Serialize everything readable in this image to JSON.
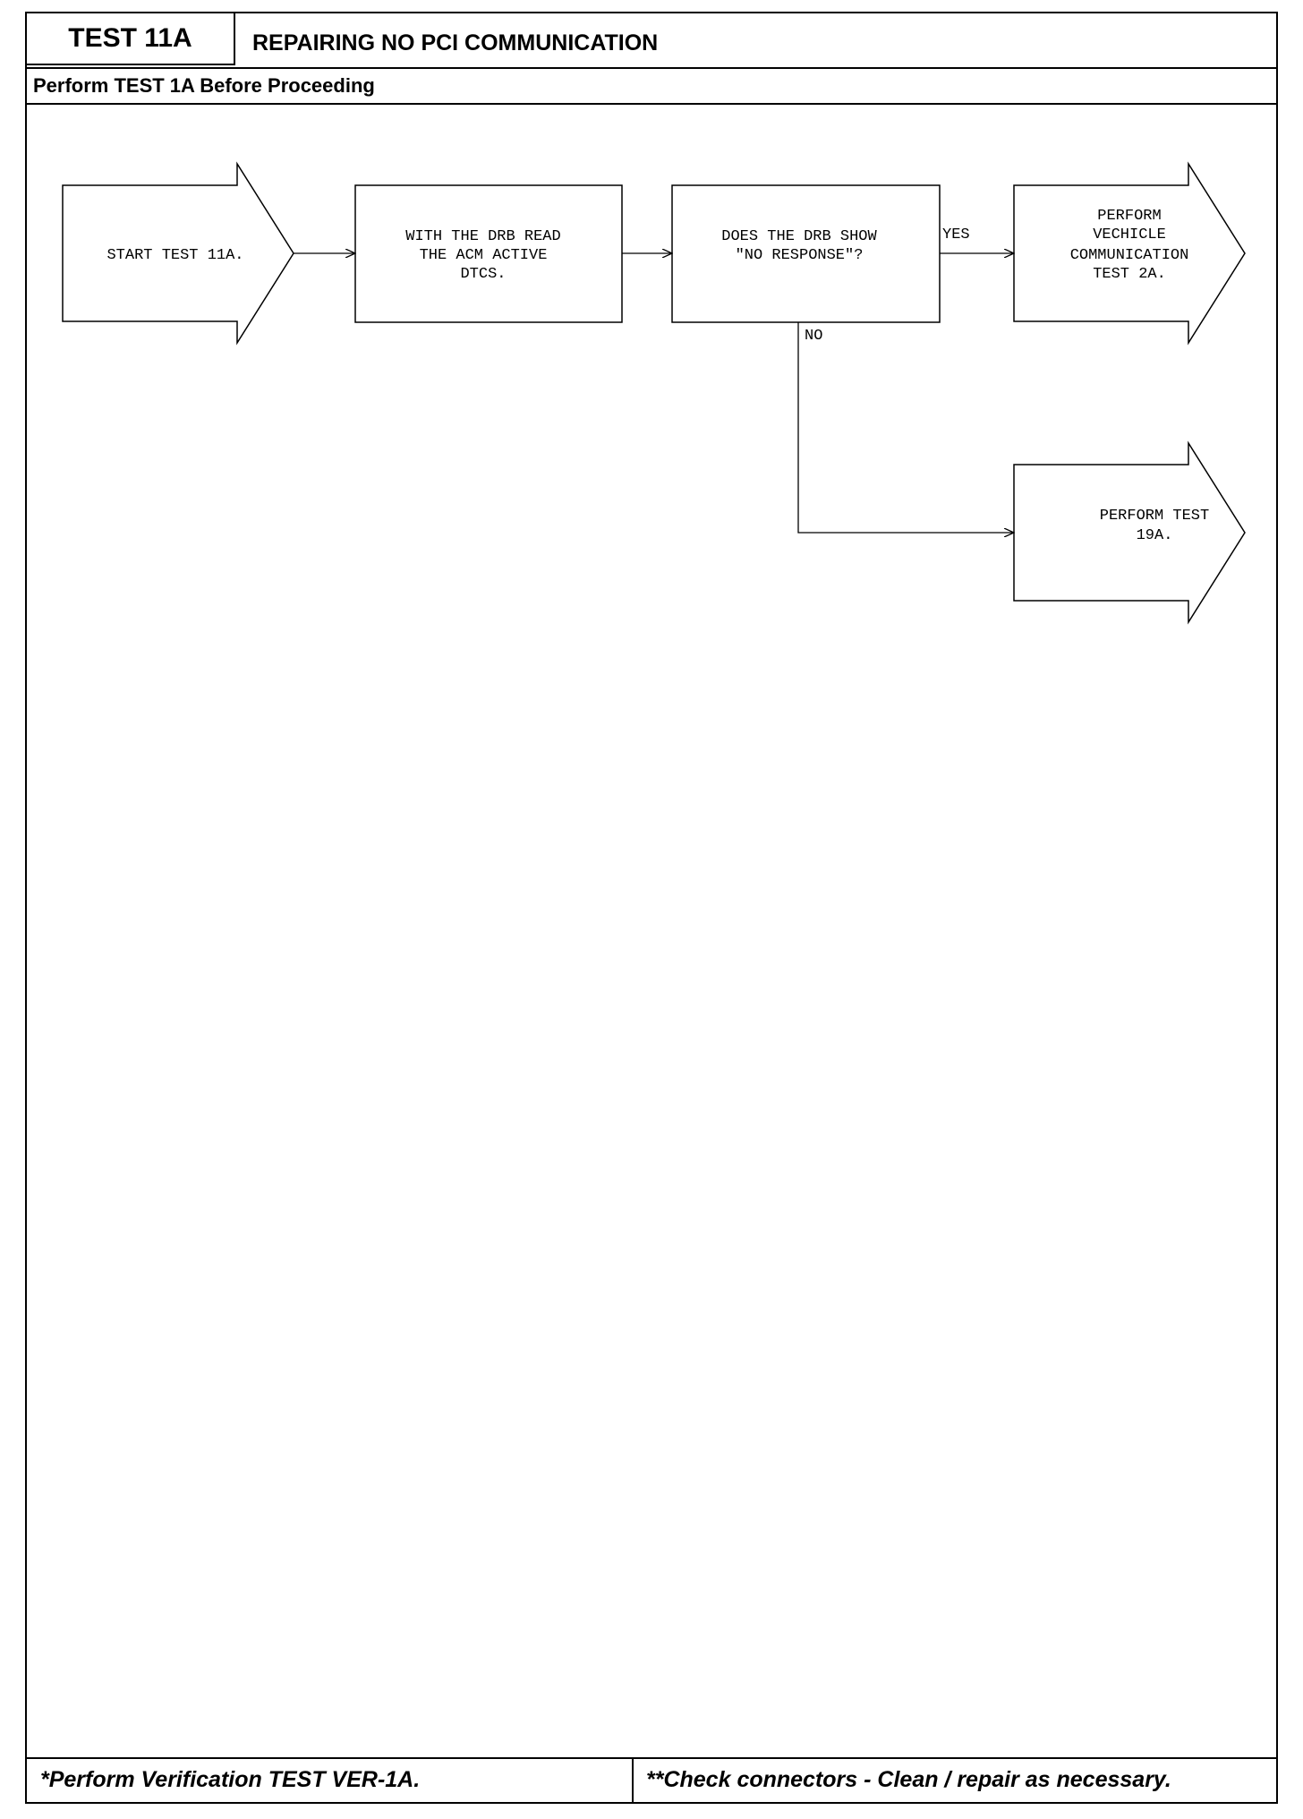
{
  "header": {
    "test_id": "TEST 11A",
    "title": "REPAIRING NO PCI COMMUNICATION",
    "prerequisite": "Perform TEST 1A Before Proceeding"
  },
  "flowchart": {
    "start": "START TEST 11A.",
    "read_dtcs": [
      "WITH THE DRB READ",
      "THE ACM ACTIVE",
      "DTCS."
    ],
    "decision": [
      "DOES THE DRB SHOW",
      "\"NO RESPONSE\"?"
    ],
    "yes_label": "YES",
    "no_label": "NO",
    "yes_result": [
      "PERFORM",
      "VECHICLE",
      "COMMUNICATION",
      "TEST 2A."
    ],
    "no_result": [
      "PERFORM TEST",
      "19A."
    ]
  },
  "footer": {
    "left": "*Perform Verification TEST VER-1A.",
    "right": "**Check connectors - Clean / repair as necessary."
  }
}
